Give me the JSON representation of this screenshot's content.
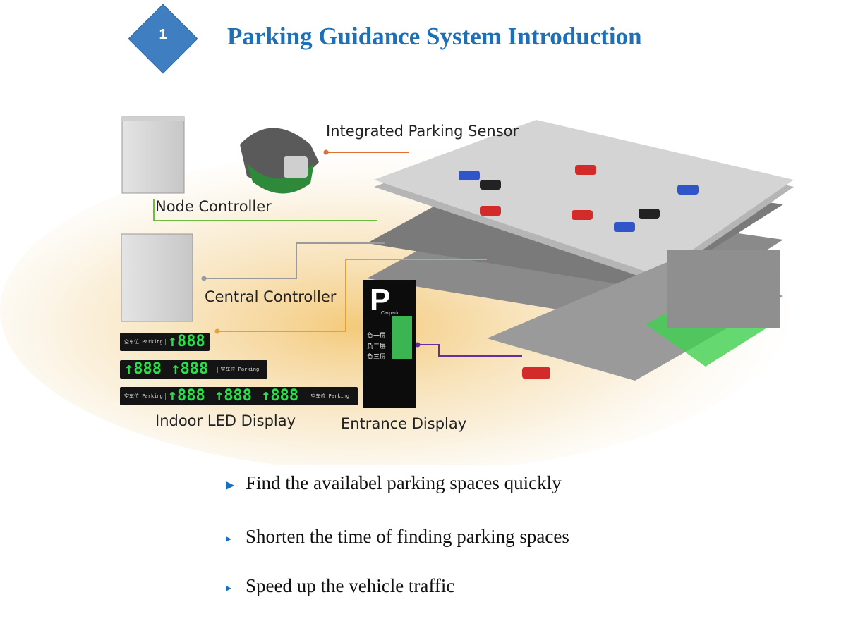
{
  "header": {
    "badge": "1",
    "title": "Parking Guidance System Introduction"
  },
  "diagram": {
    "labels": {
      "sensor": "Integrated Parking Sensor",
      "node": "Node Controller",
      "central": "Central Controller",
      "indoor": "Indoor LED Display",
      "entrance": "Entrance Display"
    },
    "led_rows": {
      "row1": "↑888",
      "row2": "↑888 ↑888",
      "row3": "↑888 ↑888 ↑888"
    },
    "led_tag": "空车位 Parking",
    "entrance_panel": {
      "letter": "P",
      "caption": "Carpark",
      "floors": [
        "负一层",
        "负二层",
        "负三层"
      ]
    }
  },
  "bullets": [
    "Find the availabel parking spaces quickly",
    "Shorten the time of finding parking spaces",
    "Speed up the vehicle traffic"
  ],
  "colors": {
    "accent": "#1f6fb6",
    "led_green": "#27e04a"
  }
}
